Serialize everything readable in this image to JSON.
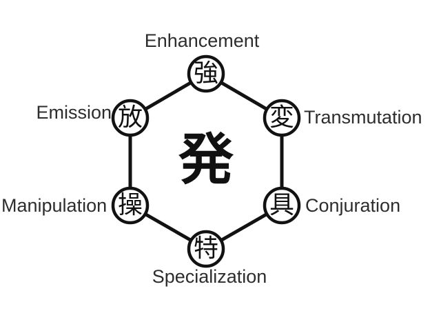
{
  "diagram": {
    "center": {
      "kanji": "発"
    },
    "nodes": [
      {
        "id": "enhancement",
        "label": "Enhancement",
        "kanji": "強"
      },
      {
        "id": "transmutation",
        "label": "Transmutation",
        "kanji": "変"
      },
      {
        "id": "conjuration",
        "label": "Conjuration",
        "kanji": "具"
      },
      {
        "id": "specialization",
        "label": "Specialization",
        "kanji": "特"
      },
      {
        "id": "manipulation",
        "label": "Manipulation",
        "kanji": "操"
      },
      {
        "id": "emission",
        "label": "Emission",
        "kanji": "放"
      }
    ],
    "colors": {
      "background": "#ffffff",
      "line": "#121212",
      "label_text": "#2d2d2d",
      "kanji_text": "#111111",
      "circle_fill": "#ffffff"
    }
  }
}
